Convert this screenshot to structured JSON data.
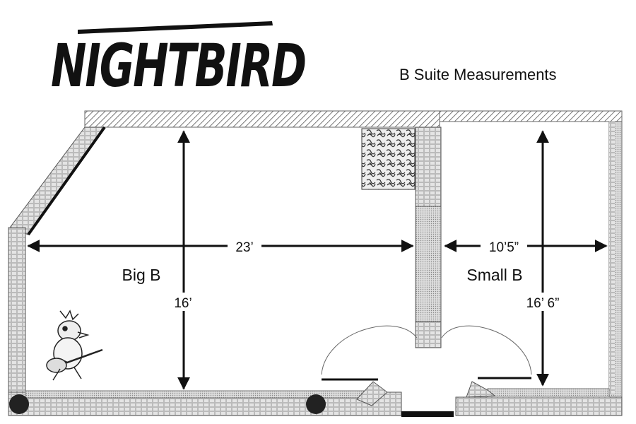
{
  "logo": {
    "text": "NIGHTBIRD"
  },
  "title": "B Suite Measurements",
  "rooms": [
    {
      "name": "Big B",
      "width": "23’",
      "depth": "16’"
    },
    {
      "name": "Small B",
      "width": "10’5”",
      "depth": "16’ 6”"
    }
  ],
  "colors": {
    "wall": "#888888",
    "ink": "#111111",
    "background": "#ffffff"
  }
}
